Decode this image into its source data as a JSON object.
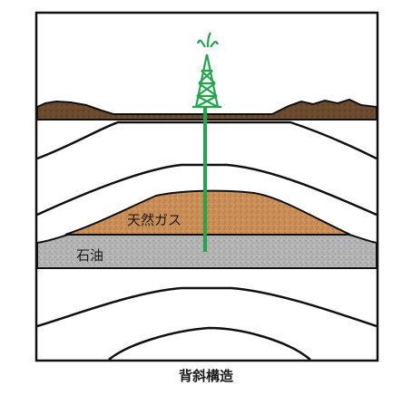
{
  "labels": {
    "natural_gas": "天然ガス",
    "oil": "石油"
  },
  "caption": "背斜構造",
  "colors": {
    "topsoil": "#6b4a2e",
    "gas_layer": "#c98f57",
    "oil_layer": "#b4b4b4",
    "well": "#1fa84a",
    "outline": "#111111"
  }
}
